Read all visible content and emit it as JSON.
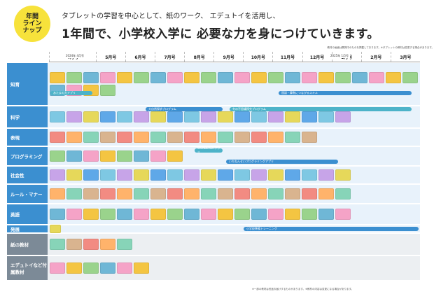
{
  "badge": {
    "line1": "年間",
    "line2": "ライン",
    "line3": "ナップ"
  },
  "header": {
    "subtitle": "タブレットの学習を中心として、紙のワーク、 エデュトイを活用し、",
    "title": "1年間で、小学校入学に 必要な力を身につけていきます。"
  },
  "top_note": "教材の画面は開発中のものを掲載しております。※タブレットの教材は変更する場合があります。",
  "year_labels": {
    "y2024": "2024年 4月号",
    "y2025": "2025年 1月号"
  },
  "months": [
    "4月号",
    "5月号",
    "6月号",
    "7月号",
    "8月号",
    "9月号",
    "10月号",
    "11月号",
    "12月号",
    "1月号",
    "2月号",
    "3月号"
  ],
  "rows": [
    {
      "id": "chiiku",
      "label": "知育",
      "style": "blue",
      "thumbs": 26,
      "height": 60
    },
    {
      "id": "kagaku",
      "label": "科学",
      "style": "blue",
      "thumbs": 18,
      "height": 30
    },
    {
      "id": "hyogen",
      "label": "表現",
      "style": "blue",
      "thumbs": 16,
      "height": 24
    },
    {
      "id": "programming",
      "label": "プログラミング",
      "style": "blue",
      "thumbs": 8,
      "height": 26
    },
    {
      "id": "shakaisei",
      "label": "社会性",
      "style": "blue",
      "thumbs": 18,
      "height": 24
    },
    {
      "id": "rule",
      "label": "ルール・マナー",
      "style": "blue",
      "thumbs": 18,
      "height": 26
    },
    {
      "id": "eigo",
      "label": "英語",
      "style": "blue",
      "thumbs": 18,
      "height": 28
    },
    {
      "id": "hatten",
      "label": "発展",
      "style": "blue",
      "thumbs": 1,
      "height": 10
    },
    {
      "id": "kami",
      "label": "紙の教材",
      "style": "gray",
      "thumbs": 5,
      "height": 30
    },
    {
      "id": "edutoy",
      "label": "エデュトイなど付属教材",
      "style": "gray",
      "thumbs": 6,
      "height": 34
    }
  ],
  "bands": {
    "chiiku_app": "あたまの力アプリ",
    "chiiku_band": "国語・算数につながるスキル",
    "kagaku_band1": "大自然探求プログラム",
    "kagaku_band2": "冬の不思議探究プログラム",
    "prog_app": "WONDERLA アプリ",
    "prog_band": "いちねんせいプログラミングアプリ",
    "hatten_band": "小学校準備トレーニング"
  },
  "colors": {
    "label_blue": "#3b8fd0",
    "row_blue": "#e8f2fb",
    "label_gray": "#7c8a97",
    "row_gray": "#eceff2",
    "badge_yellow": "#f7e23b",
    "band_teal": "#4db3c9"
  },
  "footnote": "※一部の教材は別途お届けするものがあります。※教材の内容は変更になる場合があります。"
}
